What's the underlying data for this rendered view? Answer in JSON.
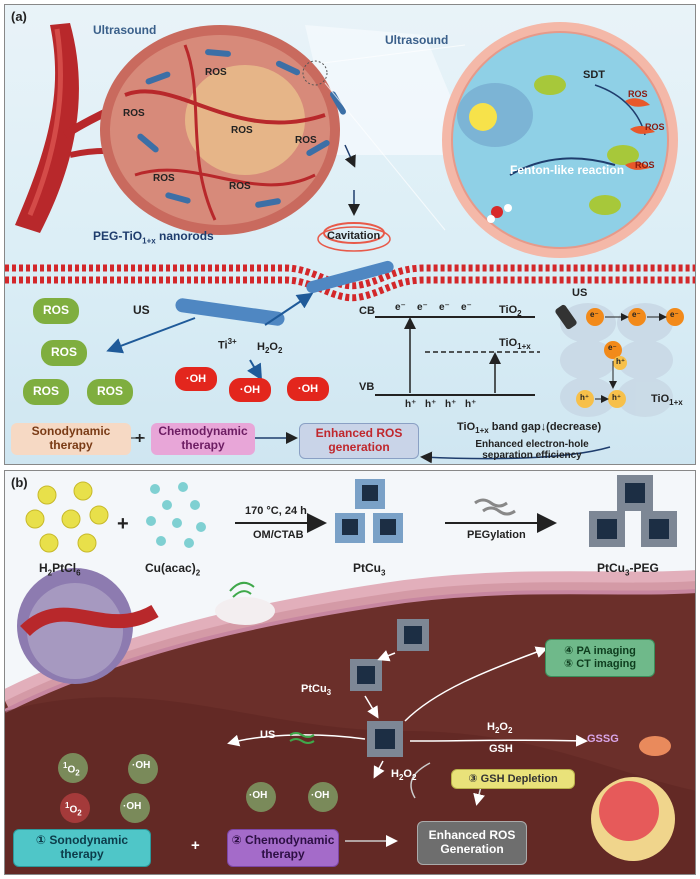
{
  "panel_a": {
    "label": "(a)",
    "ultrasound_left": "Ultrasound",
    "ultrasound_right": "Ultrasound",
    "ros_tumor_labels": [
      "ROS",
      "ROS",
      "ROS",
      "ROS",
      "ROS",
      "ROS"
    ],
    "sdt": "SDT",
    "ros_cell_labels": [
      "ROS",
      "ROS",
      "ROS"
    ],
    "fenton": "Fenton-like reaction",
    "nanorods_label": "PEG-TiO",
    "nanorods_sub": "1+x",
    "nanorods_suffix": " nanorods",
    "cavitation": "Cavitation",
    "us_left": "US",
    "ti3": "Ti",
    "ti3_sup": "3+",
    "h2o2": "H",
    "ros_green": [
      "ROS",
      "ROS",
      "ROS",
      "ROS"
    ],
    "oh_labels": [
      "OH",
      "OH",
      "OH"
    ],
    "cb": "CB",
    "vb": "VB",
    "electrons": [
      "e⁻",
      "e⁻",
      "e⁻",
      "e⁻"
    ],
    "holes": [
      "h⁺",
      "h⁺",
      "h⁺",
      "h⁺"
    ],
    "tio2": "TiO",
    "tio1x": "TiO",
    "tio1x_sub": "1+x",
    "us_right": "US",
    "lattice_e": [
      "e⁻",
      "e⁻",
      "e⁻",
      "e⁻"
    ],
    "lattice_h": [
      "h⁺",
      "h⁺",
      "h⁺"
    ],
    "tio1x_lattice": "TiO",
    "sono": "Sonodynamic therapy",
    "plus": "+",
    "chemo": "Chemodynamic therapy",
    "enhanced": "Enhanced ROS generation",
    "bandgap_a": "TiO",
    "bandgap_sub": "1+x",
    "bandgap_b": " band gap↓(decrease)",
    "separation": "Enhanced electron-hole separation efficiency"
  },
  "panel_b": {
    "label": "(b)",
    "h2ptcl6": "H",
    "cu_acac": "Cu(acac)",
    "plus": "+",
    "cond_top": "170 °C, 24 h",
    "cond_bottom": "OM/CTAB",
    "ptcu3": "PtCu",
    "pegylation": "PEGylation",
    "ptcu3_peg": "PtCu",
    "pa": "④ PA imaging",
    "ct": "⑤ CT imaging",
    "ptcu3_mid": "PtCu",
    "h2o2_right": "H",
    "gsh": "GSH",
    "gssg": "GSSG",
    "us": "US",
    "h2o2_bottom": "H",
    "gsh_depletion": "③ GSH Depletion",
    "radicals": [
      "·OH",
      "·OH",
      "·OH",
      "·OH"
    ],
    "singlet": [
      "O",
      "O"
    ],
    "sono": "① Sonodynamic therapy",
    "plus2": "+",
    "chemo": "② Chemodynamic therapy",
    "enhanced": "Enhanced ROS Generation"
  },
  "colors": {
    "tumor": "#c96a5e",
    "vessel": "#b8282b",
    "ros_green": "#7fae3f",
    "oh_red": "#e3261d",
    "sono_box": "#f6d9c4",
    "chemo_box": "#e8a6d8",
    "enhanced_box": "#c9d4e8",
    "teal_box": "#4fc6c8",
    "purple_box": "#a46bc9",
    "gray_box": "#8a8a8a",
    "green_box": "#6fb98a",
    "yellow_box": "#e9e27a"
  }
}
